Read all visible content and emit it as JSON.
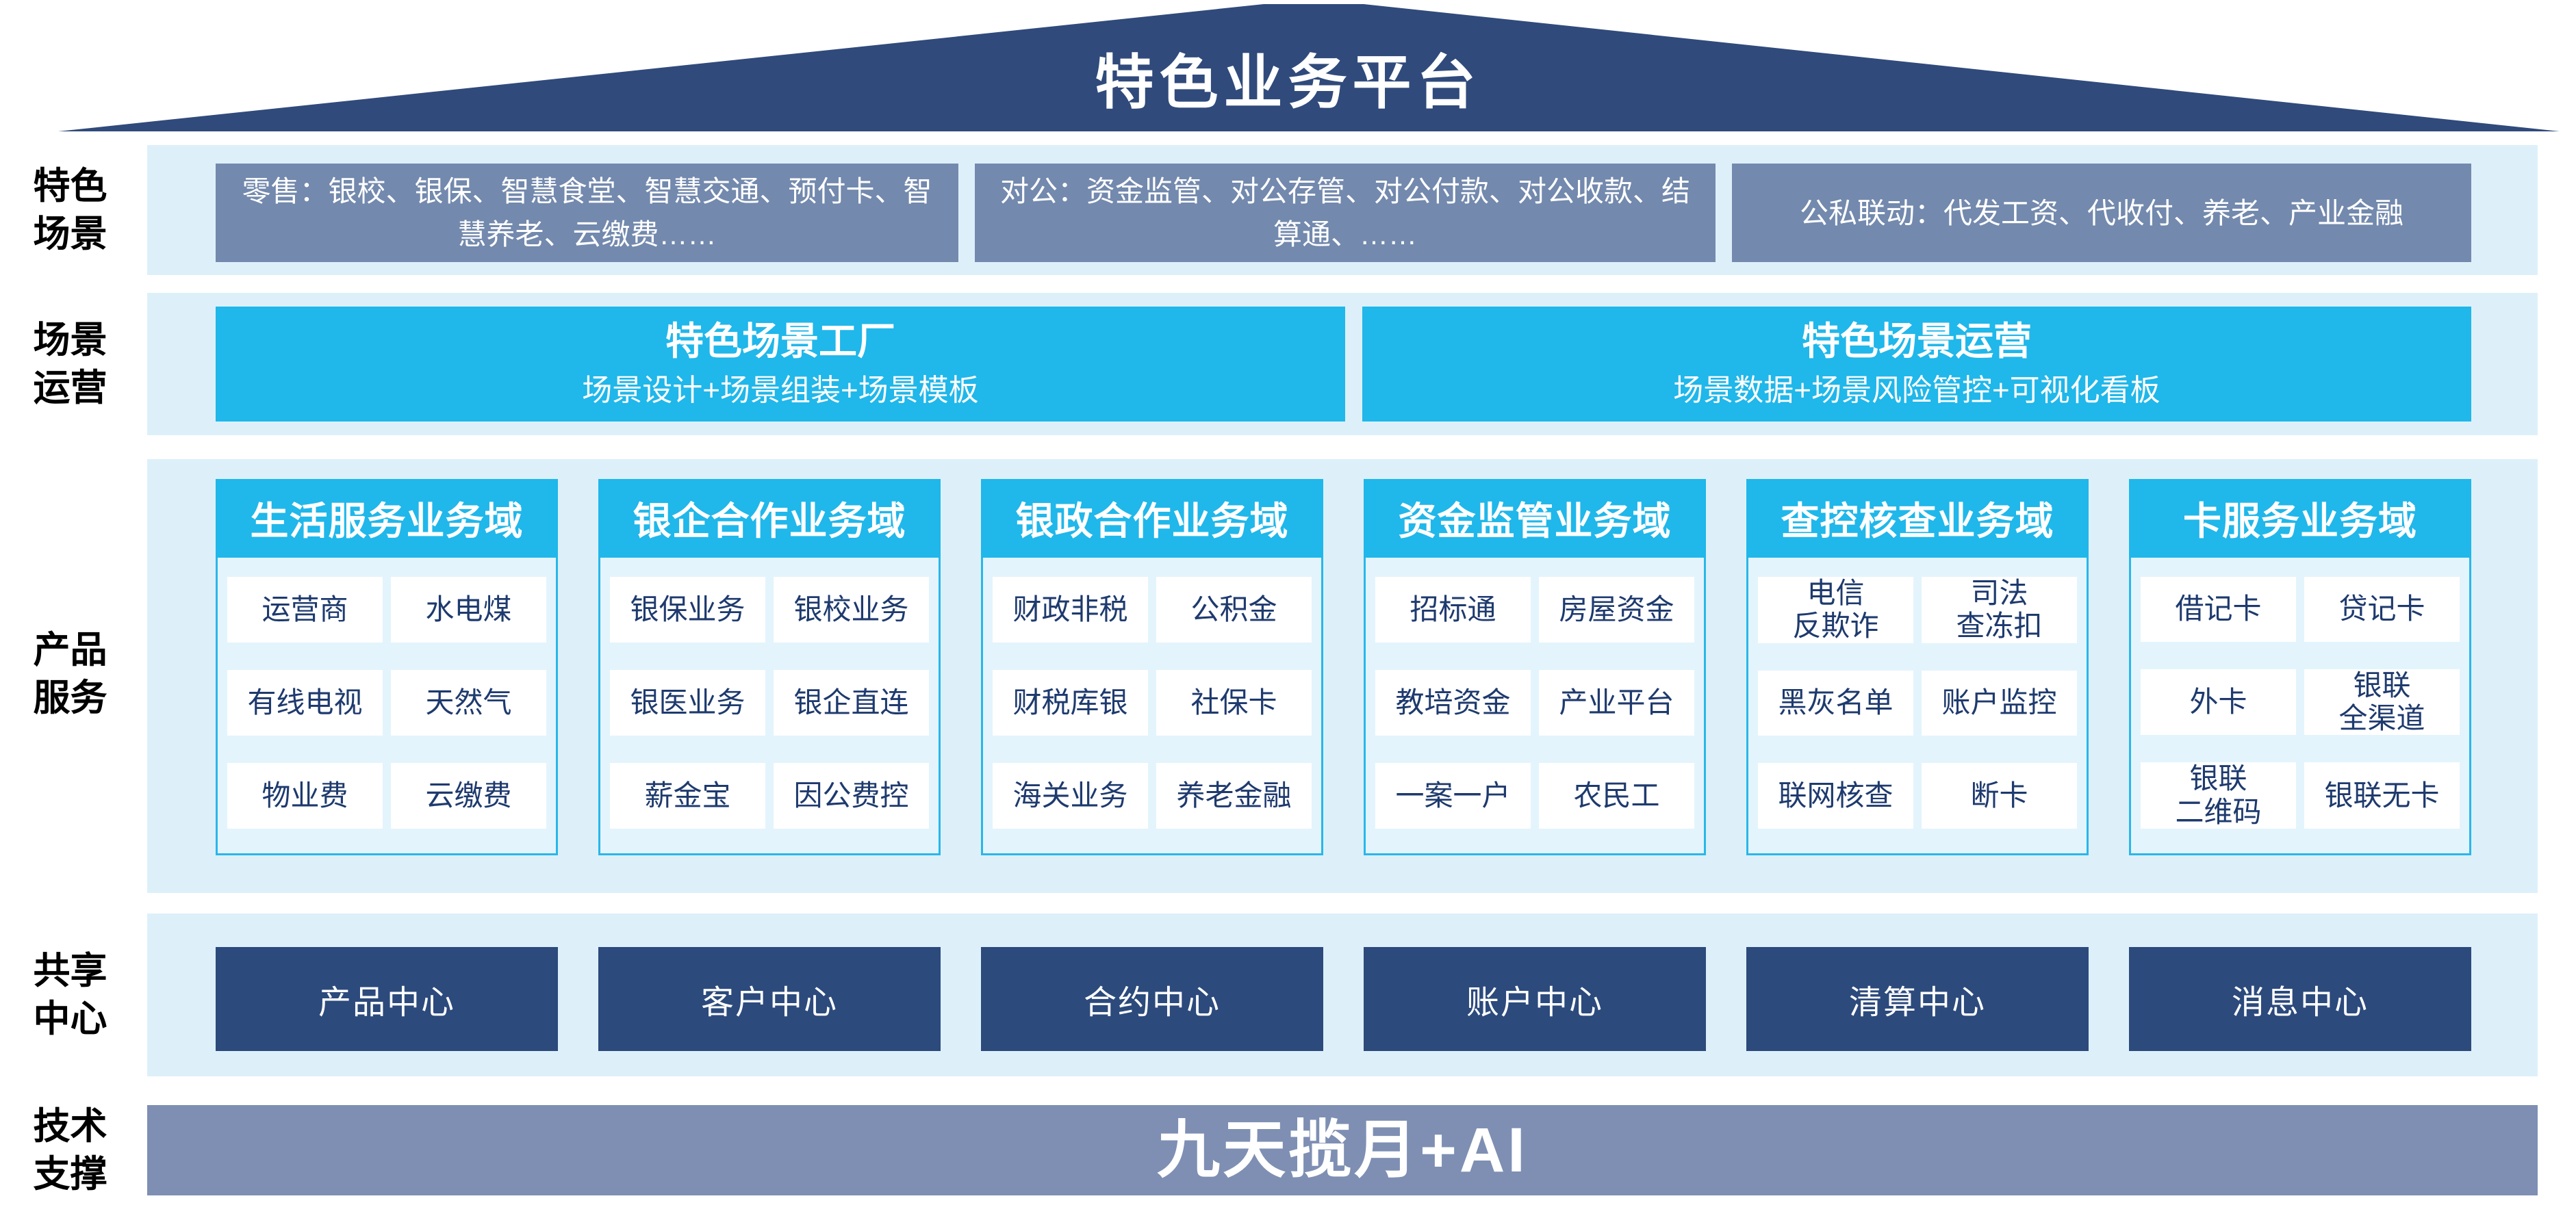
{
  "page_title": "特色业务平台",
  "colors": {
    "roof_navy": "#304A7B",
    "scene_box_gray_blue": "#7389AD",
    "accent_cyan": "#20B7EA",
    "band_light_blue": "#DDF0FA",
    "column_body_blue": "#E3F4FC",
    "cell_text_navy": "#1E3A6E",
    "center_box_navy": "#2C4A7C",
    "tech_bar_gray_blue": "#7E8FB3"
  },
  "scene_row": {
    "label": "特色\n场景",
    "boxes": [
      "零售：银校、银保、智慧食堂、智慧交通、预付卡、智慧养老、云缴费……",
      "对公：资金监管、对公存管、对公付款、对公收款、结算通、……",
      "公私联动：代发工资、代收付、养老、产业金融"
    ]
  },
  "operation_row": {
    "label": "场景\n运营",
    "boxes": [
      {
        "title": "特色场景工厂",
        "subtitle": "场景设计+场景组装+场景模板"
      },
      {
        "title": "特色场景运营",
        "subtitle": "场景数据+场景风险管控+可视化看板"
      }
    ]
  },
  "product_row": {
    "label": "产品\n服务",
    "columns": [
      {
        "header": "生活服务业务域",
        "cells": [
          "运营商",
          "水电煤",
          "有线电视",
          "天然气",
          "物业费",
          "云缴费"
        ]
      },
      {
        "header": "银企合作业务域",
        "cells": [
          "银保业务",
          "银校业务",
          "银医业务",
          "银企直连",
          "薪金宝",
          "因公费控"
        ]
      },
      {
        "header": "银政合作业务域",
        "cells": [
          "财政非税",
          "公积金",
          "财税库银",
          "社保卡",
          "海关业务",
          "养老金融"
        ]
      },
      {
        "header": "资金监管业务域",
        "cells": [
          "招标通",
          "房屋资金",
          "教培资金",
          "产业平台",
          "一案一户",
          "农民工"
        ]
      },
      {
        "header": "查控核查业务域",
        "cells": [
          "电信\n反欺诈",
          "司法\n查冻扣",
          "黑灰名单",
          "账户监控",
          "联网核查",
          "断卡"
        ]
      },
      {
        "header": "卡服务业务域",
        "cells": [
          "借记卡",
          "贷记卡",
          "外卡",
          "银联\n全渠道",
          "银联\n二维码",
          "银联无卡"
        ]
      }
    ]
  },
  "share_row": {
    "label": "共享\n中心",
    "boxes": [
      "产品中心",
      "客户中心",
      "合约中心",
      "账户中心",
      "清算中心",
      "消息中心"
    ]
  },
  "tech_row": {
    "label": "技术\n支撑",
    "text": "九天揽月+AI"
  }
}
